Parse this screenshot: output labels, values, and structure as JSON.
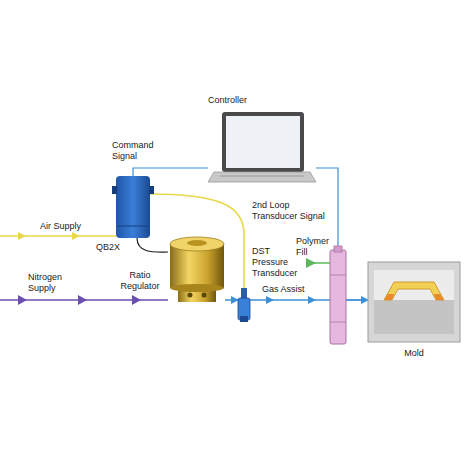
{
  "diagram": {
    "nodes": [
      {
        "text": [
          "Controller"
        ]
      },
      {
        "text": [
          "QB2X"
        ]
      },
      {
        "text": [
          "Ratio Regulator"
        ]
      },
      {
        "text": [
          "DST Pressure Transducer"
        ]
      },
      {
        "text": [
          "Mold"
        ]
      }
    ],
    "edges": [
      {
        "from": 0,
        "to": 1,
        "label": "Command Signal",
        "arrow": "none"
      },
      {
        "from": 1,
        "to": 3,
        "label": "2nd Loop Transducer Signal",
        "arrow": "none"
      },
      {
        "from": 1,
        "to": 2,
        "arrow": "none"
      },
      {
        "from": 2,
        "to": 3,
        "arrow": "to"
      },
      {
        "from": 3,
        "to": 4,
        "label": "Gas Assist",
        "arrow": "to"
      }
    ],
    "labels": [
      "Air Supply",
      "Nitrogen Supply",
      "Polymer Fill"
    ]
  }
}
